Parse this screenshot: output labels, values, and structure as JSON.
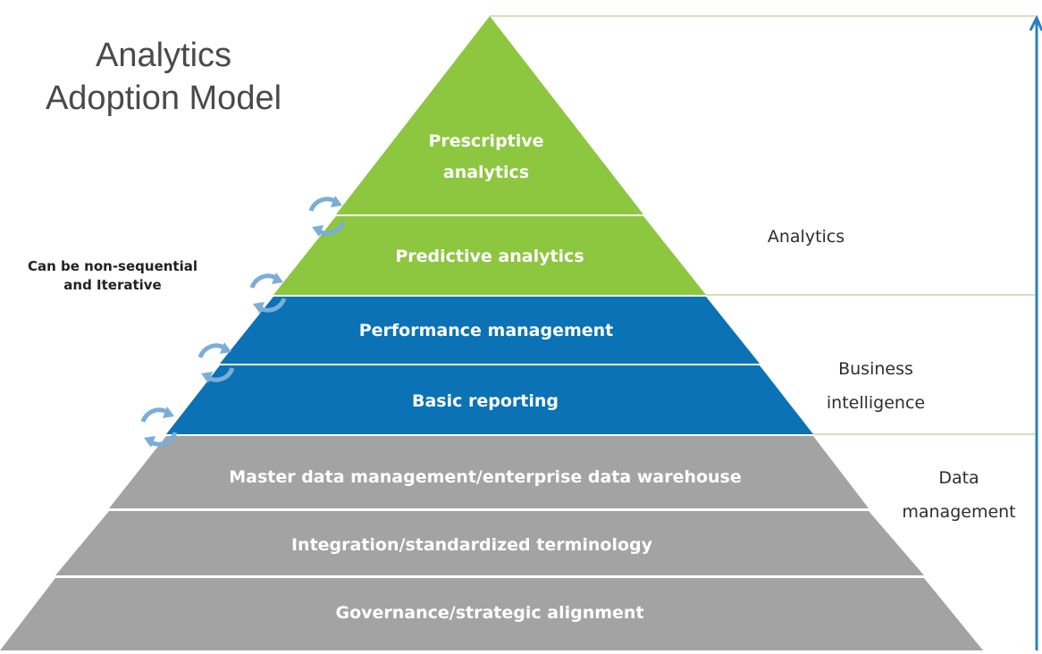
{
  "title": {
    "line1": "Analytics",
    "line2": "Adoption Model"
  },
  "note": {
    "line1": "Can be non-sequential",
    "line2": "and Iterative"
  },
  "levels": [
    {
      "line1": "Prescriptive",
      "line2": "analytics",
      "group": "analytics"
    },
    {
      "line1": "Predictive analytics",
      "line2": "",
      "group": "analytics"
    },
    {
      "line1": "Performance management",
      "line2": "",
      "group": "business_intelligence"
    },
    {
      "line1": "Basic reporting",
      "line2": "",
      "group": "business_intelligence"
    },
    {
      "line1": "Master data management/enterprise data warehouse",
      "line2": "",
      "group": "data_management"
    },
    {
      "line1": "Integration/standardized terminology",
      "line2": "",
      "group": "data_management"
    },
    {
      "line1": "Governance/strategic alignment",
      "line2": "",
      "group": "data_management"
    }
  ],
  "groups": {
    "analytics": {
      "line1": "Analytics",
      "line2": ""
    },
    "business_intelligence": {
      "line1": "Business",
      "line2": "intelligence"
    },
    "data_management": {
      "line1": "Data",
      "line2": "management"
    }
  },
  "colors": {
    "analytics": "#8dc63f",
    "business_intelligence": "#0a72b5",
    "data_management": "#a3a3a3",
    "cycle_icon": "#7aaed8",
    "guide_line": "#cfe3b8",
    "arrow": "#2a7fc0"
  },
  "icons": {
    "cycle": "iterative-cycle-icon",
    "arrow": "up-arrow-icon"
  }
}
